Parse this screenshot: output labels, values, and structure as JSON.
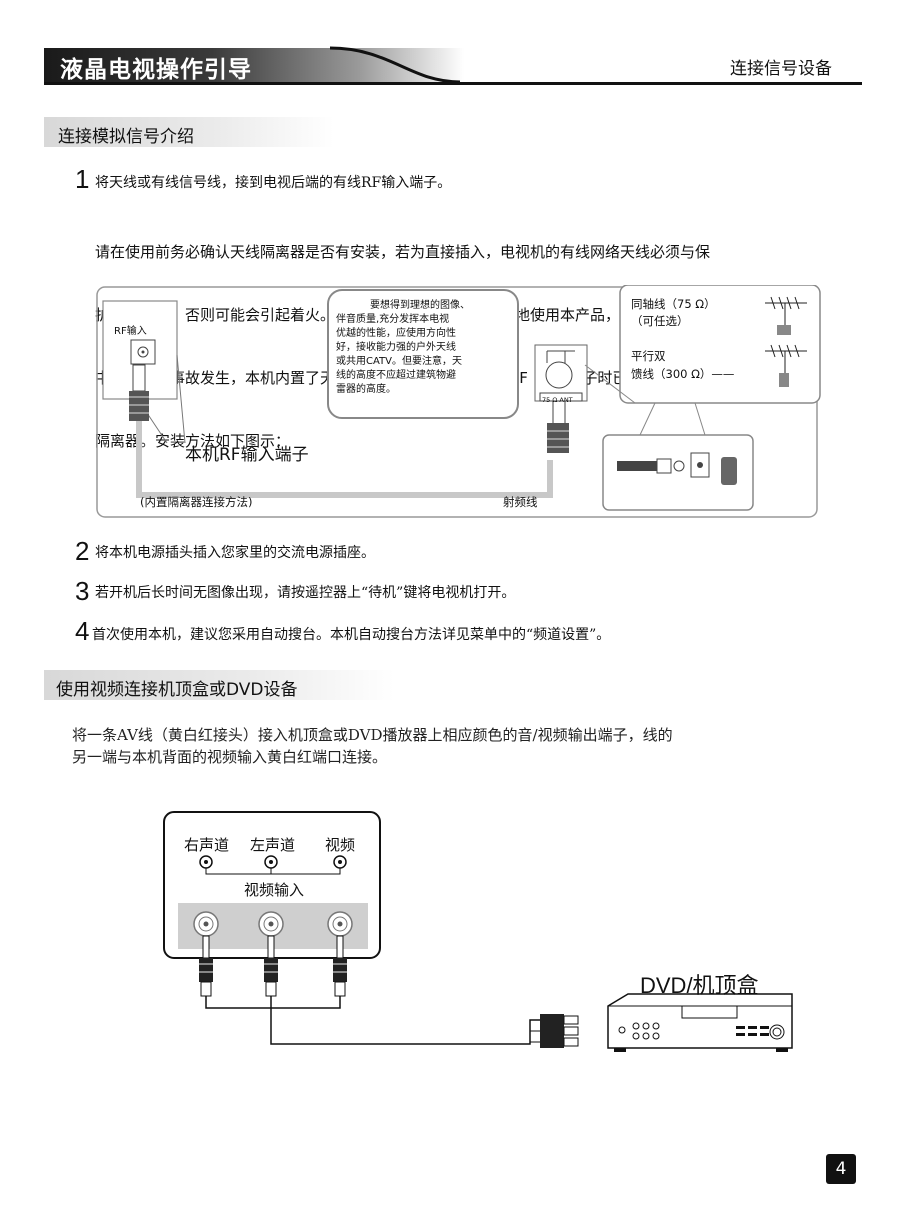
{
  "header": {
    "title": "液晶电视操作引导",
    "section": "连接信号设备"
  },
  "section1": {
    "title": "连接模拟信号介绍",
    "step1": {
      "num": "1",
      "text": "将天线或有线信号线，接到电视后端的有线RF输入端子。",
      "para_lines": [
        "请在使用前务必确认天线隔离器是否有安装，若为直接插入，电视机的有线网络天线必须与保",
        "护接地隔离，否则可能会引起着火。为保证您能长期安全、放心地使用本产品，避免使用过程",
        "中不安全的事故发生，本机内置了天线隔离器，在连接本机     RF  输入端子时已同时连接上天线",
        "隔离器。安装方法如下图示："
      ]
    },
    "diagram1": {
      "rf_label": "RF输入",
      "port_caption": "本机RF输入端子",
      "bottom_left": "(内置隔离器连接方法)",
      "bottom_right": "射频线",
      "note_lines": [
        "要想得到理想的图像、",
        "伴音质量,充分发挥本电视",
        "优越的性能，应使用方向性",
        "好，接收能力强的户外天线",
        "或共用CATV。但要注意，天",
        "线的高度不应超过建筑物避",
        "雷器的高度。"
      ],
      "ant_label": "75 Ω ANT",
      "coax_line1": "同轴线（75 Ω）",
      "coax_line2": "（可任选）",
      "parallel_line1": "平行双",
      "parallel_line2": "馈线（300 Ω）——"
    },
    "step2": {
      "num": "2",
      "text": "将本机电源插头插入您家里的交流电源插座。"
    },
    "step3": {
      "num": "3",
      "text": "若开机后长时间无图像出现，请按遥控器上“待机”键将电视机打开。"
    },
    "step4": {
      "num": "4",
      "text": "首次使用本机，建议您采用自动搜台。本机自动搜台方法详见菜单中的“频道设置”。"
    }
  },
  "section2": {
    "title": "使用视频连接机顶盒或DVD设备",
    "para_lines": [
      "将一条AV线（黄白红接头）接入机顶盒或DVD播放器上相应颜色的音/视频输出端子，线的",
      "另一端与本机背面的视频输入黄白红端口连接。"
    ],
    "diagram2": {
      "right_audio": "右声道",
      "left_audio": "左声道",
      "video": "视频",
      "video_input": "视频输入",
      "device_label": "DVD/机顶盒"
    }
  },
  "page_number": "4"
}
